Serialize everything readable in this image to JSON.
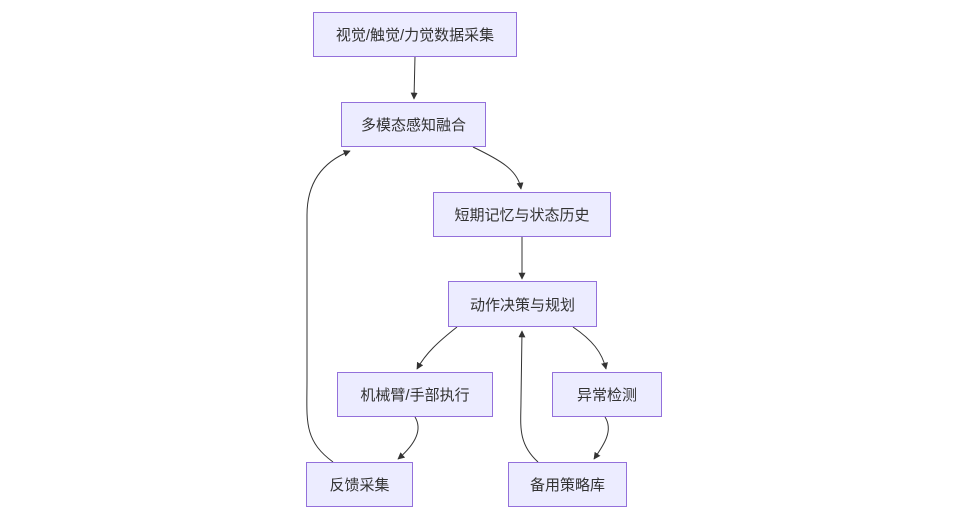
{
  "diagram": {
    "type": "flowchart",
    "direction": "top-down",
    "colors": {
      "background": "#ffffff",
      "node_fill": "#ECECFF",
      "node_border": "#9370DB",
      "edge_stroke": "#333333",
      "text": "#333333"
    },
    "nodes": [
      {
        "id": "A",
        "label": "视觉/触觉/力觉数据采集"
      },
      {
        "id": "B",
        "label": "多模态感知融合"
      },
      {
        "id": "C",
        "label": "短期记忆与状态历史"
      },
      {
        "id": "D",
        "label": "动作决策与规划"
      },
      {
        "id": "E",
        "label": "机械臂/手部执行"
      },
      {
        "id": "F",
        "label": "异常检测"
      },
      {
        "id": "G",
        "label": "反馈采集"
      },
      {
        "id": "H",
        "label": "备用策略库"
      }
    ],
    "edges": [
      {
        "from": "视觉/触觉/力觉数据采集",
        "to": "多模态感知融合"
      },
      {
        "from": "多模态感知融合",
        "to": "短期记忆与状态历史"
      },
      {
        "from": "短期记忆与状态历史",
        "to": "动作决策与规划"
      },
      {
        "from": "动作决策与规划",
        "to": "机械臂/手部执行"
      },
      {
        "from": "动作决策与规划",
        "to": "异常检测"
      },
      {
        "from": "机械臂/手部执行",
        "to": "反馈采集"
      },
      {
        "from": "反馈采集",
        "to": "多模态感知融合"
      },
      {
        "from": "异常检测",
        "to": "备用策略库"
      },
      {
        "from": "备用策略库",
        "to": "动作决策与规划"
      }
    ]
  }
}
